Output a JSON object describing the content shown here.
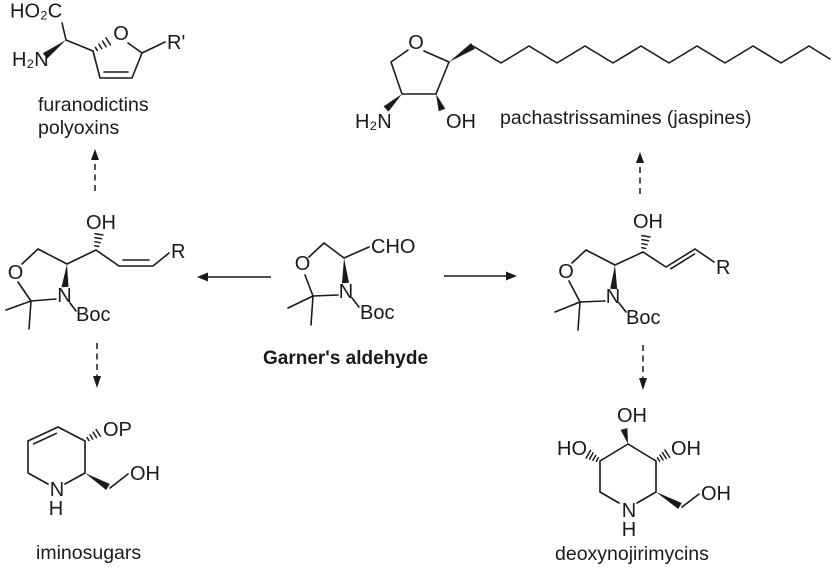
{
  "figure": {
    "type": "chemical reaction scheme",
    "central_compound": "Garner's aldehyde"
  },
  "colors": {
    "ink": "#1a1a1a",
    "background": "#ffffff"
  },
  "compounds": {
    "furanodictins": {
      "captions": [
        "furanodictins",
        "polyoxins"
      ],
      "atoms": {
        "ho2c": "HO₂C",
        "h2n": "H₂N",
        "o": "O",
        "r_prime": "R'"
      }
    },
    "pachastrissamines": {
      "caption": "pachastrissamines (jaspines)",
      "atoms": {
        "o": "O",
        "h2n": "H₂N",
        "oh": "OH"
      }
    },
    "left_adduct": {
      "atoms": {
        "oh": "OH",
        "o": "O",
        "n": "N",
        "boc": "Boc",
        "r": "R"
      }
    },
    "garner": {
      "caption": "Garner's aldehyde",
      "atoms": {
        "cho": "CHO",
        "o": "O",
        "n": "N",
        "boc": "Boc"
      }
    },
    "right_adduct": {
      "atoms": {
        "oh": "OH",
        "o": "O",
        "n": "N",
        "boc": "Boc",
        "r": "R"
      }
    },
    "iminosugars": {
      "caption": "iminosugars",
      "atoms": {
        "op": "OP",
        "oh": "OH",
        "n": "N",
        "h": "H"
      }
    },
    "deoxynojirimycins": {
      "caption": "deoxynojirimycins",
      "atoms": {
        "oh_top": "OH",
        "ho_left": "HO",
        "oh_right": "OH",
        "oh_side": "OH",
        "n": "N",
        "h": "H"
      }
    }
  }
}
